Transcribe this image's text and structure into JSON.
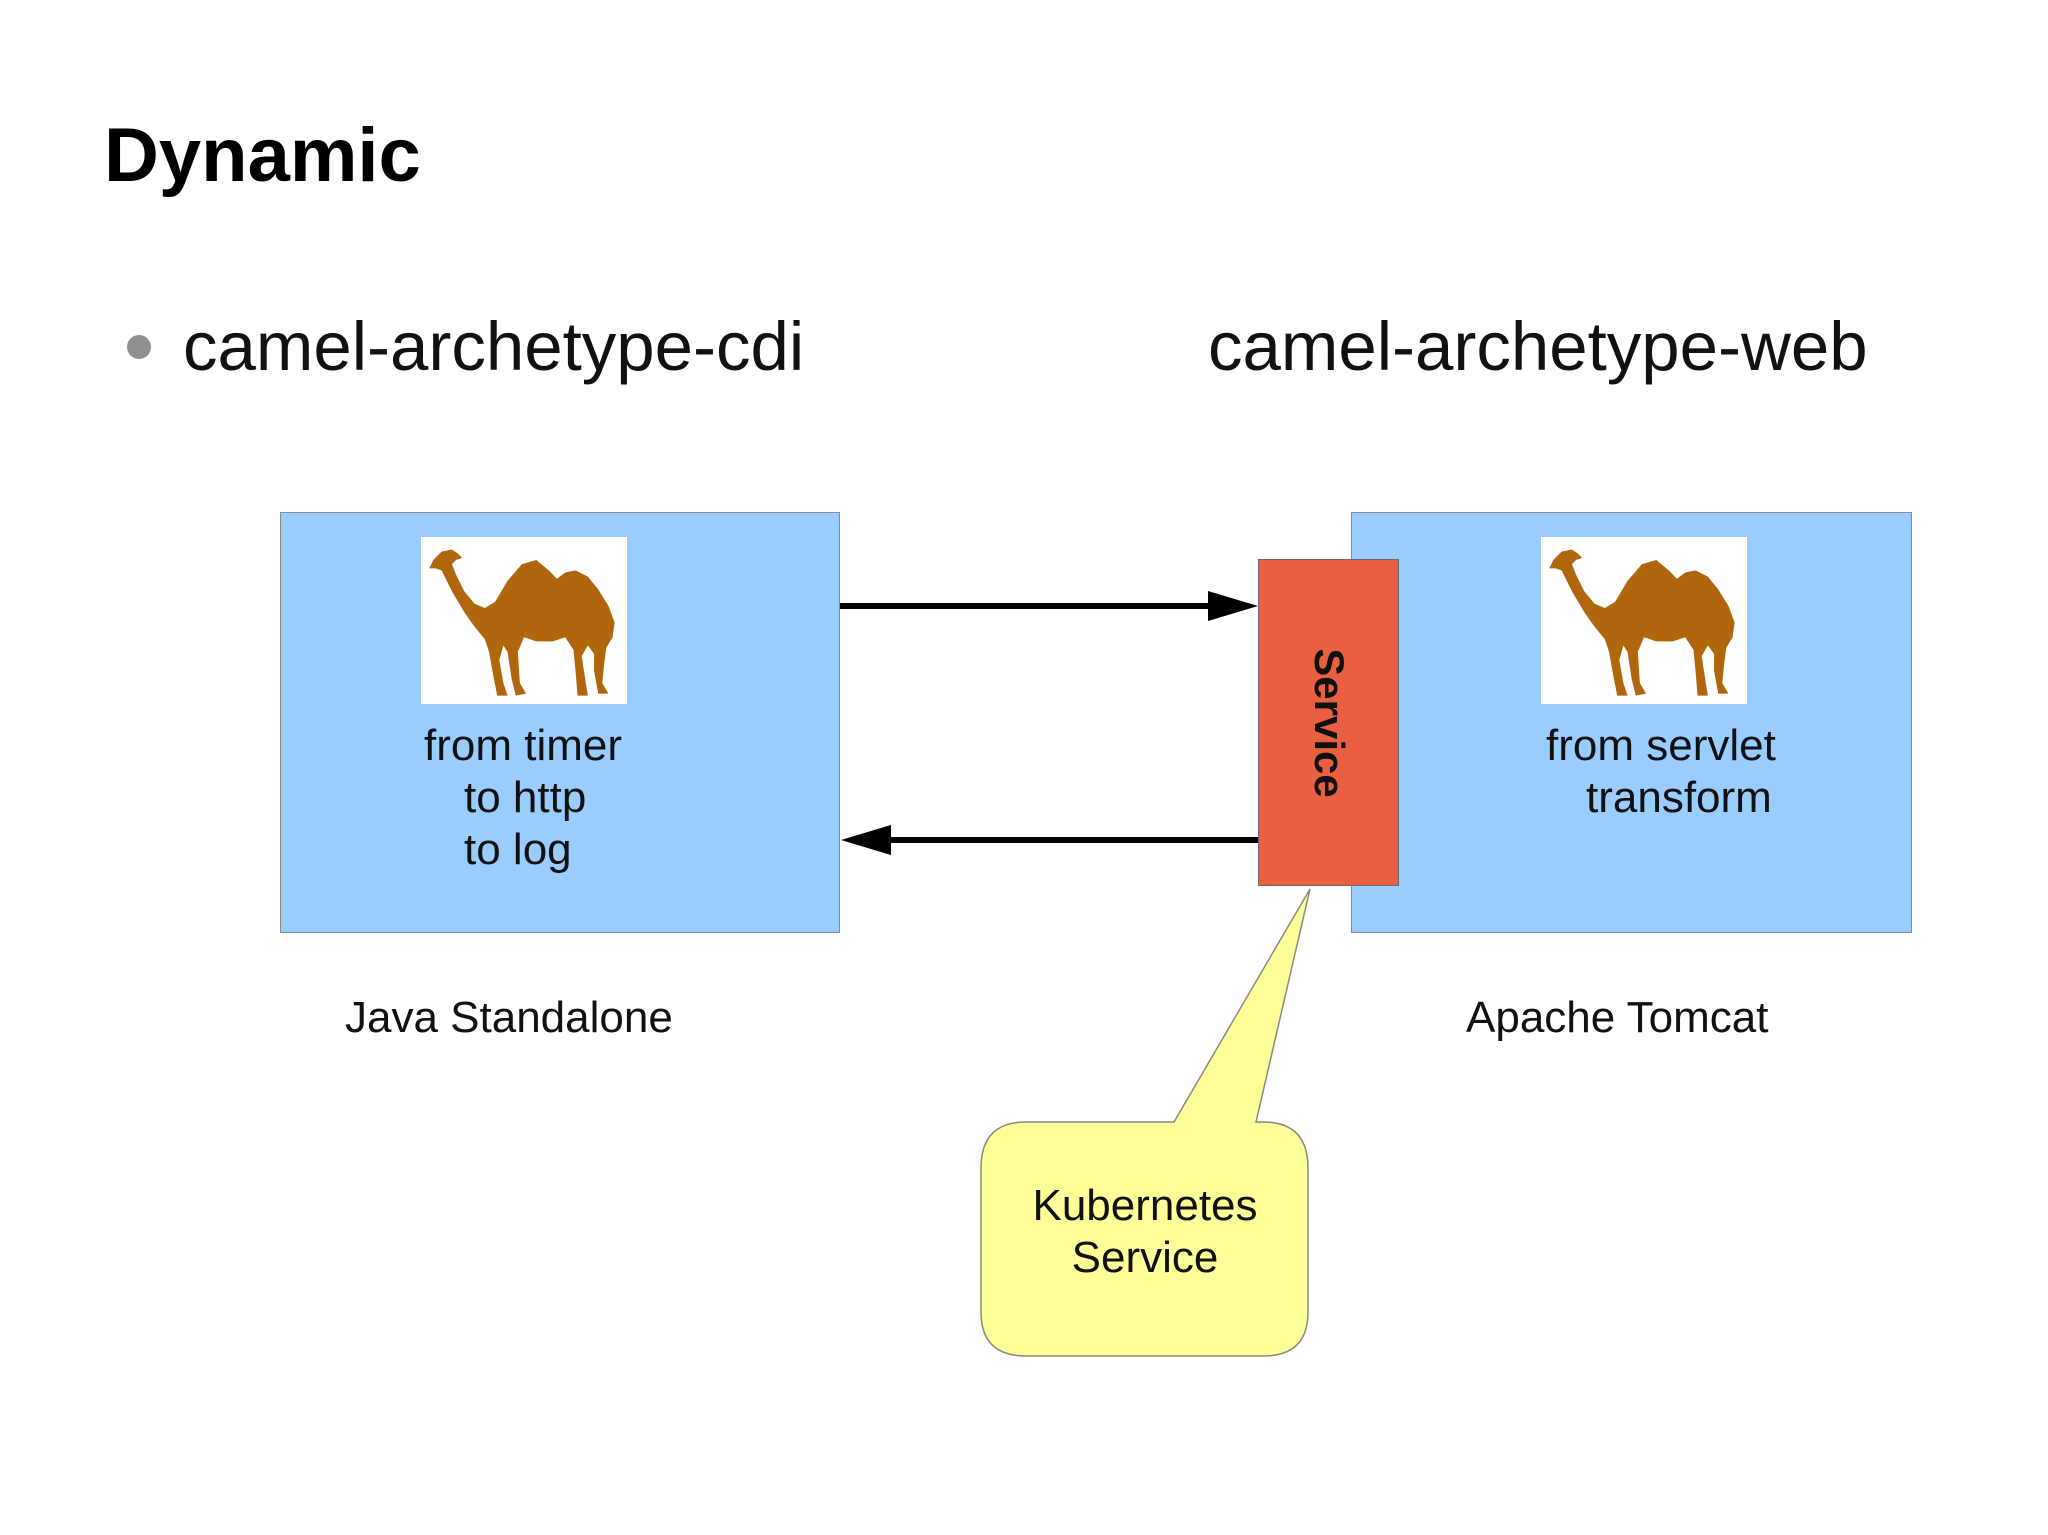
{
  "slide": {
    "title": "Dynamic"
  },
  "headings": {
    "left": "camel-archetype-cdi",
    "right": "camel-archetype-web"
  },
  "left_app": {
    "route_lines": [
      "from timer",
      "to http",
      "to log"
    ],
    "caption": "Java Standalone"
  },
  "right_app": {
    "route_lines": [
      "from servlet",
      "transform"
    ],
    "caption": "Apache Tomcat"
  },
  "service": {
    "label": "Service"
  },
  "callout": {
    "lines": [
      "Kubernetes",
      "Service"
    ]
  },
  "colors": {
    "app_box": "#99ccff",
    "service_box": "#e96040",
    "callout_fill": "#ffff99",
    "camel": "#b0660c",
    "bullet": "#8f8f8f"
  },
  "icons": {
    "camel": "camel-icon",
    "bullet": "bullet-dot-icon"
  }
}
